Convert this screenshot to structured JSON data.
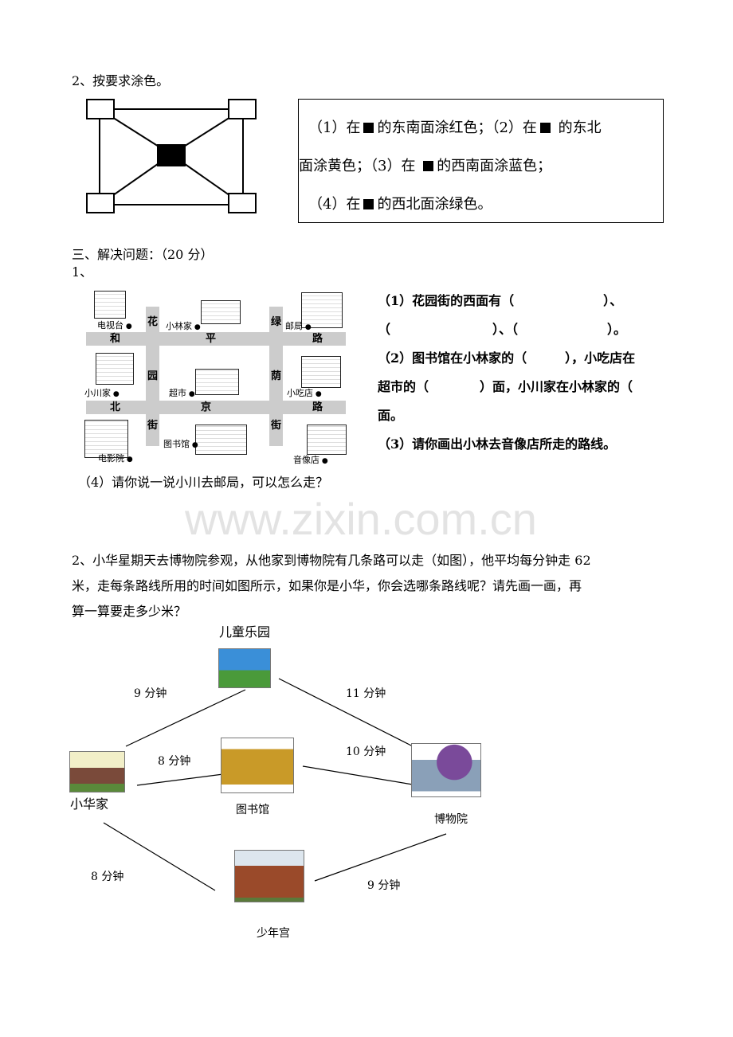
{
  "sec2": {
    "title": "2、按要求涂色。",
    "instr": [
      "（1）在",
      "的东南面涂红色；（2）在",
      "的东北",
      "面涂黄色；（3）在",
      "的西南面涂蓝色；",
      "（4）在",
      "的西北面涂绿色。"
    ]
  },
  "sec3": {
    "title": "三、解决问题：（20 分）",
    "q1_num": "1、",
    "map": {
      "roads": {
        "top": [
          "和",
          "平",
          "路"
        ],
        "bottom": [
          "北",
          "京",
          "路"
        ],
        "left": [
          "花",
          "园",
          "街"
        ],
        "right": [
          "绿",
          "荫",
          "街"
        ]
      },
      "places": [
        "电视台",
        "小林家",
        "邮局",
        "小川家",
        "超市",
        "小吃店",
        "电影院",
        "图书馆",
        "音像店"
      ]
    },
    "questions": [
      "（1）花园街的西面有（　　　　　　　）、",
      "（　　　　　　　　）、（　　　　　　　）。",
      "（2）图书馆在小林家的（　　　），小吃店在",
      "超市的（　　　　）面，小川家在小林家的（",
      "面。",
      "（3）请你画出小林去音像店所走的路线。"
    ],
    "q4": "（4）请你说一说小川去邮局，可以怎么走？",
    "watermark": "www.zixin.com.cn",
    "q2": [
      "2、小华星期天去博物院参观，从他家到博物院有几条路可以走（如图），他平均每分钟走 62",
      "米，走每条路线所用的时间如图所示，如果你是小华，你会选哪条路线呢？请先画一画，再",
      "算一算要走多少米？"
    ],
    "graph": {
      "nodes": {
        "park": "儿童乐园",
        "home": "小华家",
        "library": "图书馆",
        "museum": "博物院",
        "youth": "少年宫"
      },
      "edges": {
        "home_park": "9 分钟",
        "park_museum": "11 分钟",
        "home_library": "8 分钟",
        "library_museum": "10 分钟",
        "home_youth": "8 分钟",
        "youth_museum": "9 分钟"
      }
    }
  }
}
